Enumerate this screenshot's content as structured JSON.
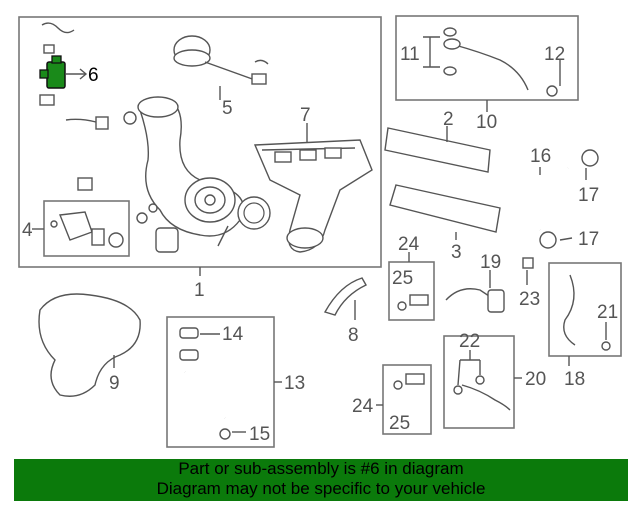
{
  "footer": {
    "line1": "Part or sub-assembly is #6 in diagram",
    "line2": "Diagram may not be specific to your vehicle"
  },
  "callouts": [
    {
      "id": "c1",
      "label": "1"
    },
    {
      "id": "c2",
      "label": "2"
    },
    {
      "id": "c3",
      "label": "3"
    },
    {
      "id": "c4",
      "label": "4"
    },
    {
      "id": "c5",
      "label": "5"
    },
    {
      "id": "c6",
      "label": "6"
    },
    {
      "id": "c7",
      "label": "7"
    },
    {
      "id": "c8",
      "label": "8"
    },
    {
      "id": "c9",
      "label": "9"
    },
    {
      "id": "c10",
      "label": "10"
    },
    {
      "id": "c11",
      "label": "11"
    },
    {
      "id": "c12",
      "label": "12"
    },
    {
      "id": "c13",
      "label": "13"
    },
    {
      "id": "c14",
      "label": "14"
    },
    {
      "id": "c15",
      "label": "15"
    },
    {
      "id": "c16",
      "label": "16"
    },
    {
      "id": "c17a",
      "label": "17"
    },
    {
      "id": "c17b",
      "label": "17"
    },
    {
      "id": "c18",
      "label": "18"
    },
    {
      "id": "c19",
      "label": "19"
    },
    {
      "id": "c20",
      "label": "20"
    },
    {
      "id": "c21",
      "label": "21"
    },
    {
      "id": "c22",
      "label": "22"
    },
    {
      "id": "c23",
      "label": "23"
    },
    {
      "id": "c24a",
      "label": "24"
    },
    {
      "id": "c24b",
      "label": "24"
    },
    {
      "id": "c25a",
      "label": "25"
    },
    {
      "id": "c25b",
      "label": "25"
    }
  ],
  "colors": {
    "highlight": "#1a8a1a",
    "footer_bg": "#0b7a0b"
  }
}
